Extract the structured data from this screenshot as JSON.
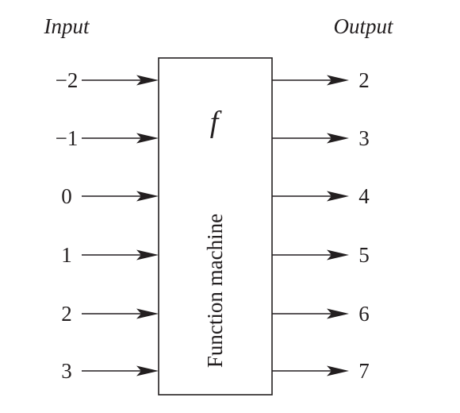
{
  "header": {
    "input_title": "Input",
    "output_title": "Output"
  },
  "machine": {
    "symbol": "f",
    "label": "Function machine"
  },
  "mappings": [
    {
      "input": "−2",
      "output": "2"
    },
    {
      "input": "−1",
      "output": "3"
    },
    {
      "input": "0",
      "output": "4"
    },
    {
      "input": "1",
      "output": "5"
    },
    {
      "input": "2",
      "output": "6"
    },
    {
      "input": "3",
      "output": "7"
    }
  ],
  "colors": {
    "ink": "#231f20",
    "background": "#ffffff"
  }
}
